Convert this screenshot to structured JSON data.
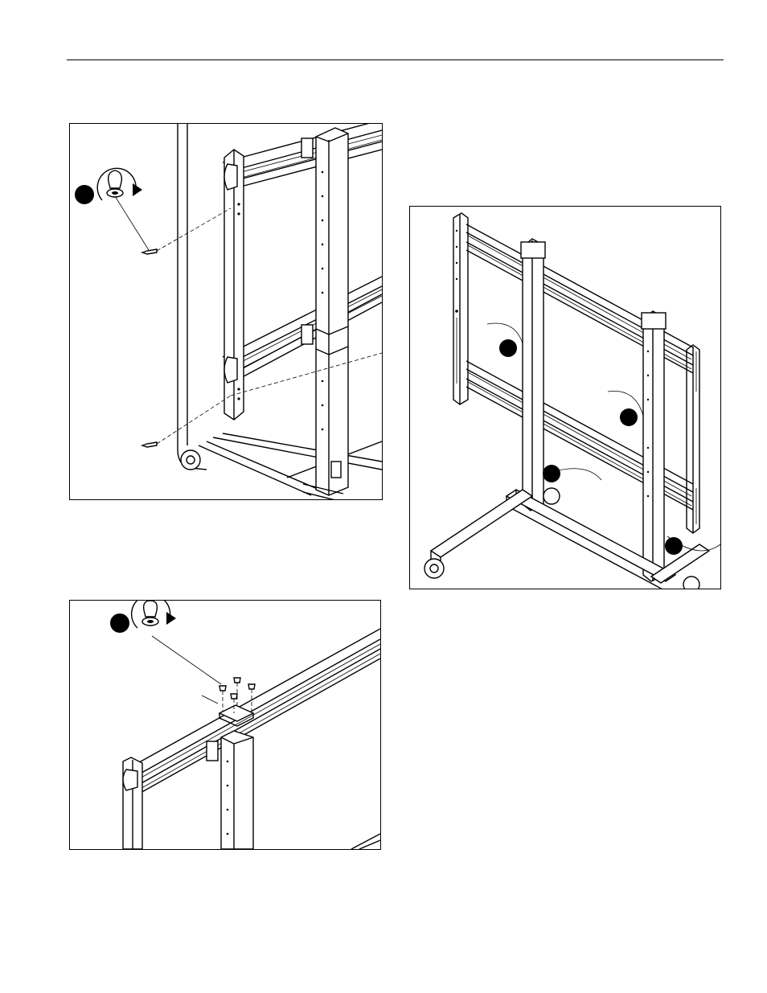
{
  "page": {
    "header_rule": true
  },
  "figures": [
    {
      "id": "fig-a",
      "icon": "tighten-clockwise-icon",
      "callouts": 1
    },
    {
      "id": "fig-b",
      "icon": "tighten-clockwise-icon",
      "callouts": 1
    },
    {
      "id": "fig-c",
      "icon": "none",
      "callouts": 4
    }
  ],
  "colors": {
    "line": "#000000",
    "background": "#ffffff"
  }
}
